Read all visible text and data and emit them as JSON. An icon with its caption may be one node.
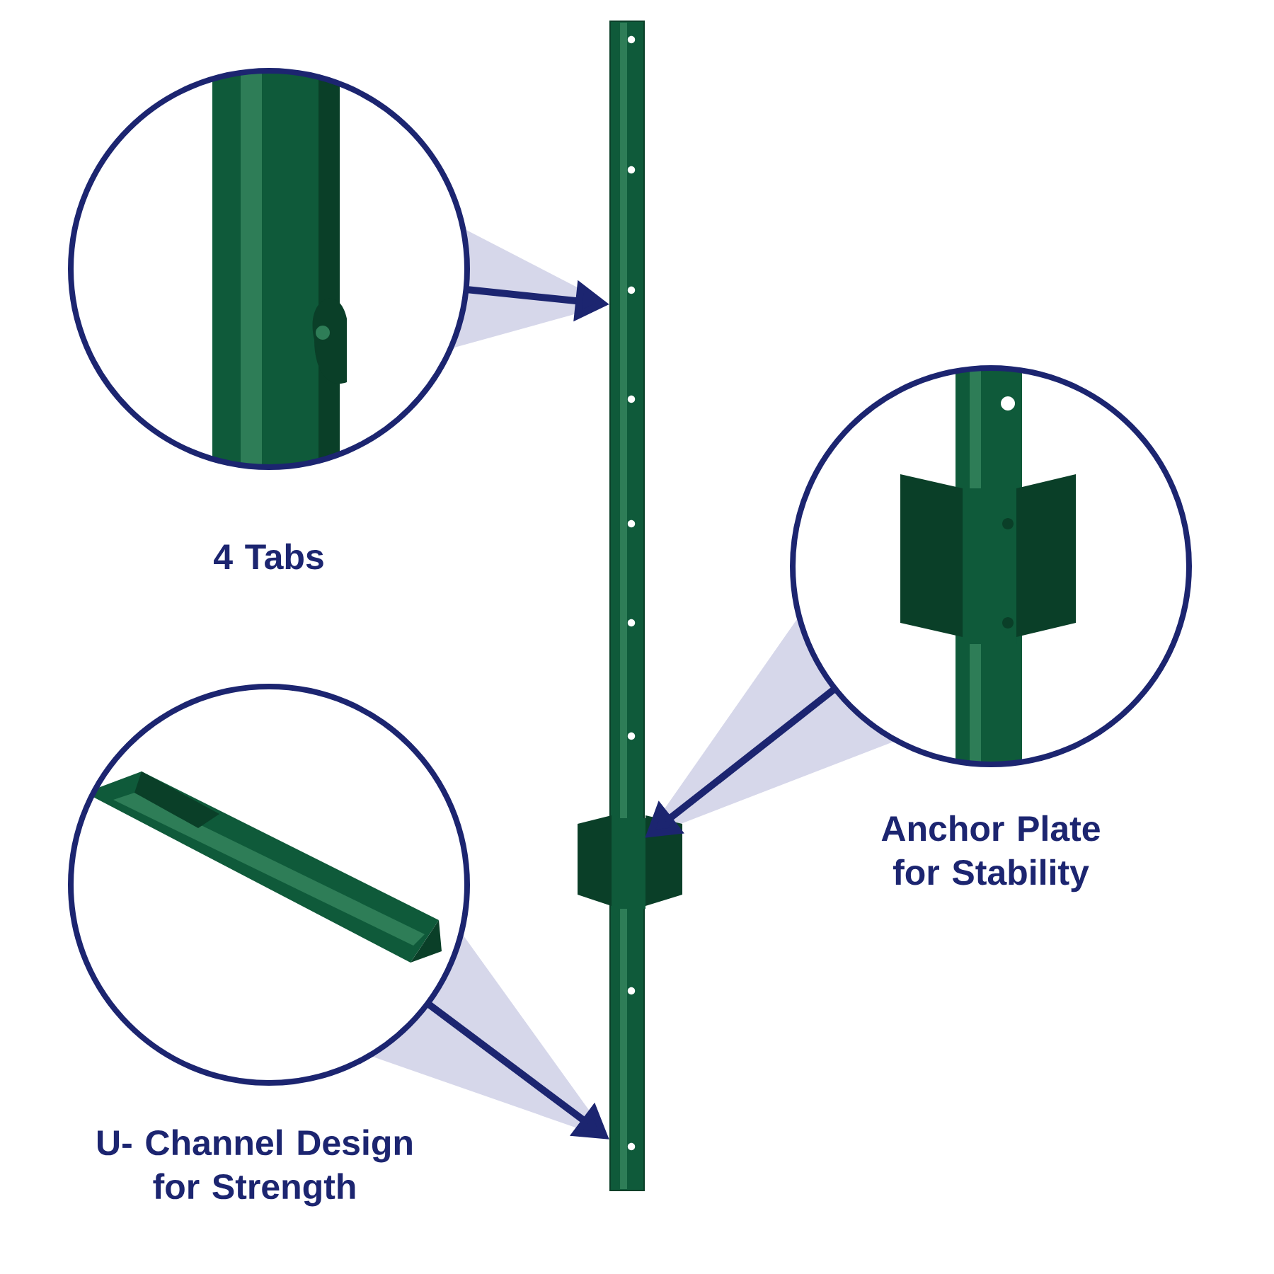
{
  "diagram": {
    "nodes": [
      {
        "text": [
          "4 Tabs"
        ]
      },
      {
        "text": [
          "Anchor Plate for Stability"
        ]
      },
      {
        "text": [
          "U- Channel Design for Strength"
        ]
      },
      {
        "text": [],
        "shape": "picture"
      }
    ],
    "edges": [
      {
        "from": 0,
        "to": 3,
        "arrow": "to"
      },
      {
        "from": 1,
        "to": 3,
        "arrow": "to"
      },
      {
        "from": 2,
        "to": 3,
        "arrow": "to"
      }
    ]
  }
}
